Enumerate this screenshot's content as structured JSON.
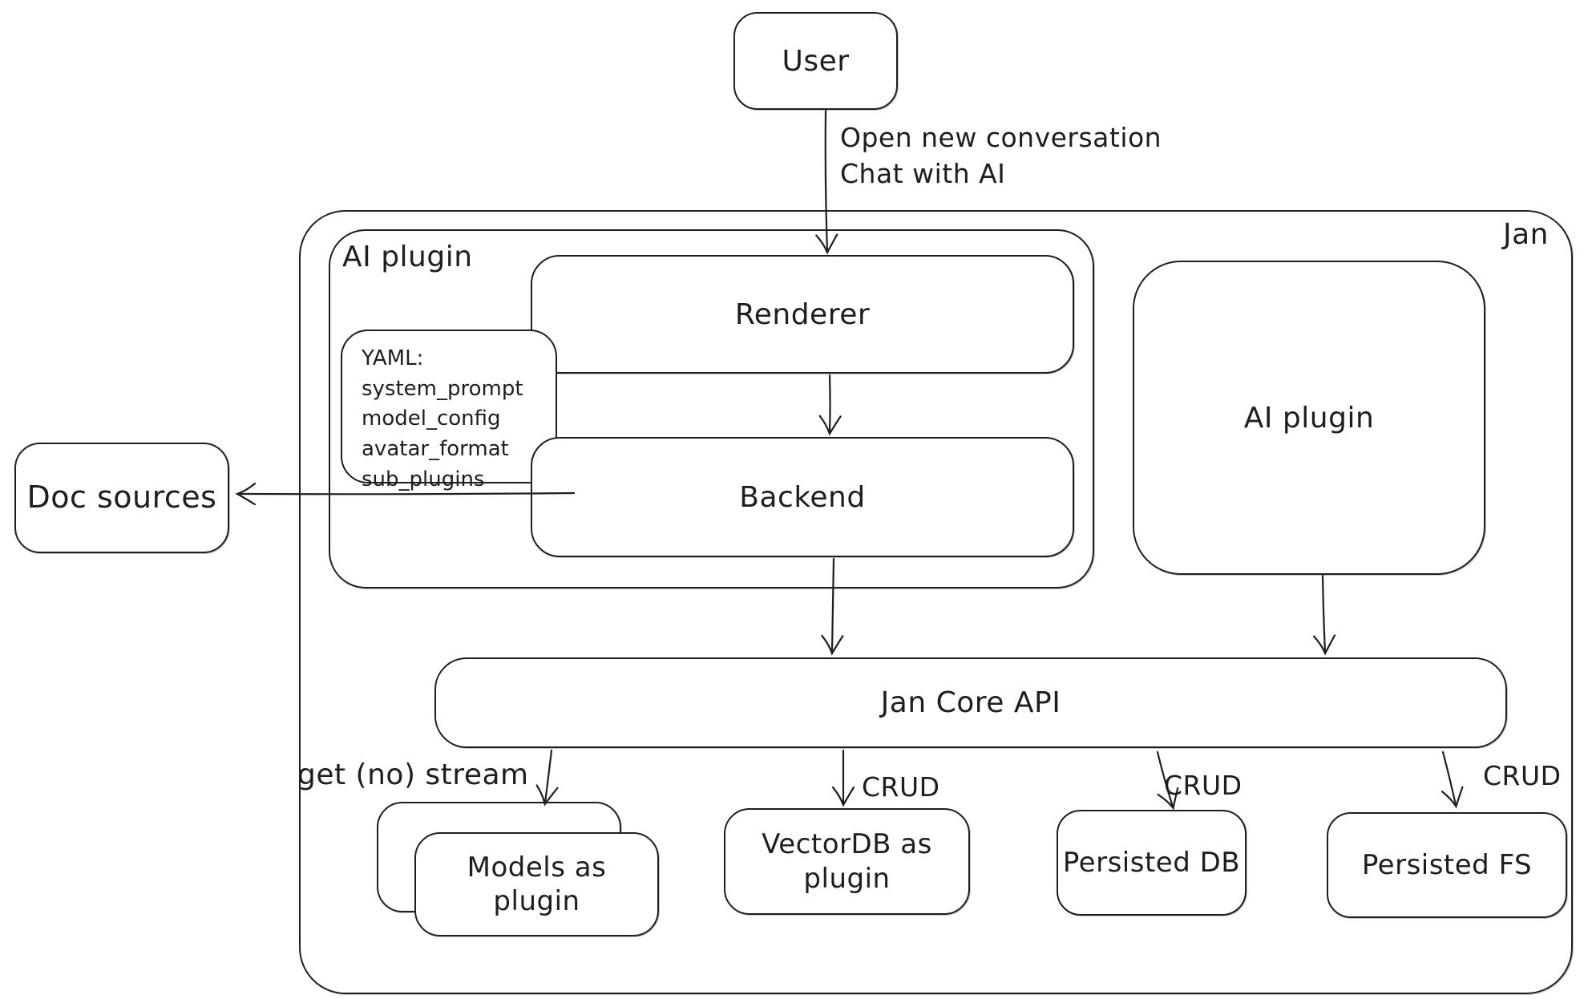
{
  "diagram": {
    "container_label": "Jan",
    "nodes": {
      "user": "User",
      "ai_plugin_left": "AI plugin",
      "renderer": "Renderer",
      "backend": "Backend",
      "ai_plugin_right": "AI plugin",
      "doc_sources": "Doc sources",
      "jan_core_api": "Jan Core API",
      "models_as_plugin": "Models as plugin",
      "vectordb_as_plugin": "VectorDB as plugin",
      "persisted_db": "Persisted DB",
      "persisted_fs": "Persisted FS"
    },
    "yaml_note": {
      "title": "YAML:",
      "lines": [
        "system_prompt",
        "model_config",
        "avatar_format",
        "sub_plugins"
      ]
    },
    "edge_labels": {
      "user_flow_line1": "Open new conversation",
      "user_flow_line2": "Chat with AI",
      "get_stream": "get (no) stream",
      "crud_vectordb": "CRUD",
      "crud_persisted_db": "CRUD",
      "crud_persisted_fs": "CRUD"
    },
    "colors": {
      "stroke": "#1e1e1e",
      "background": "#ffffff"
    }
  }
}
